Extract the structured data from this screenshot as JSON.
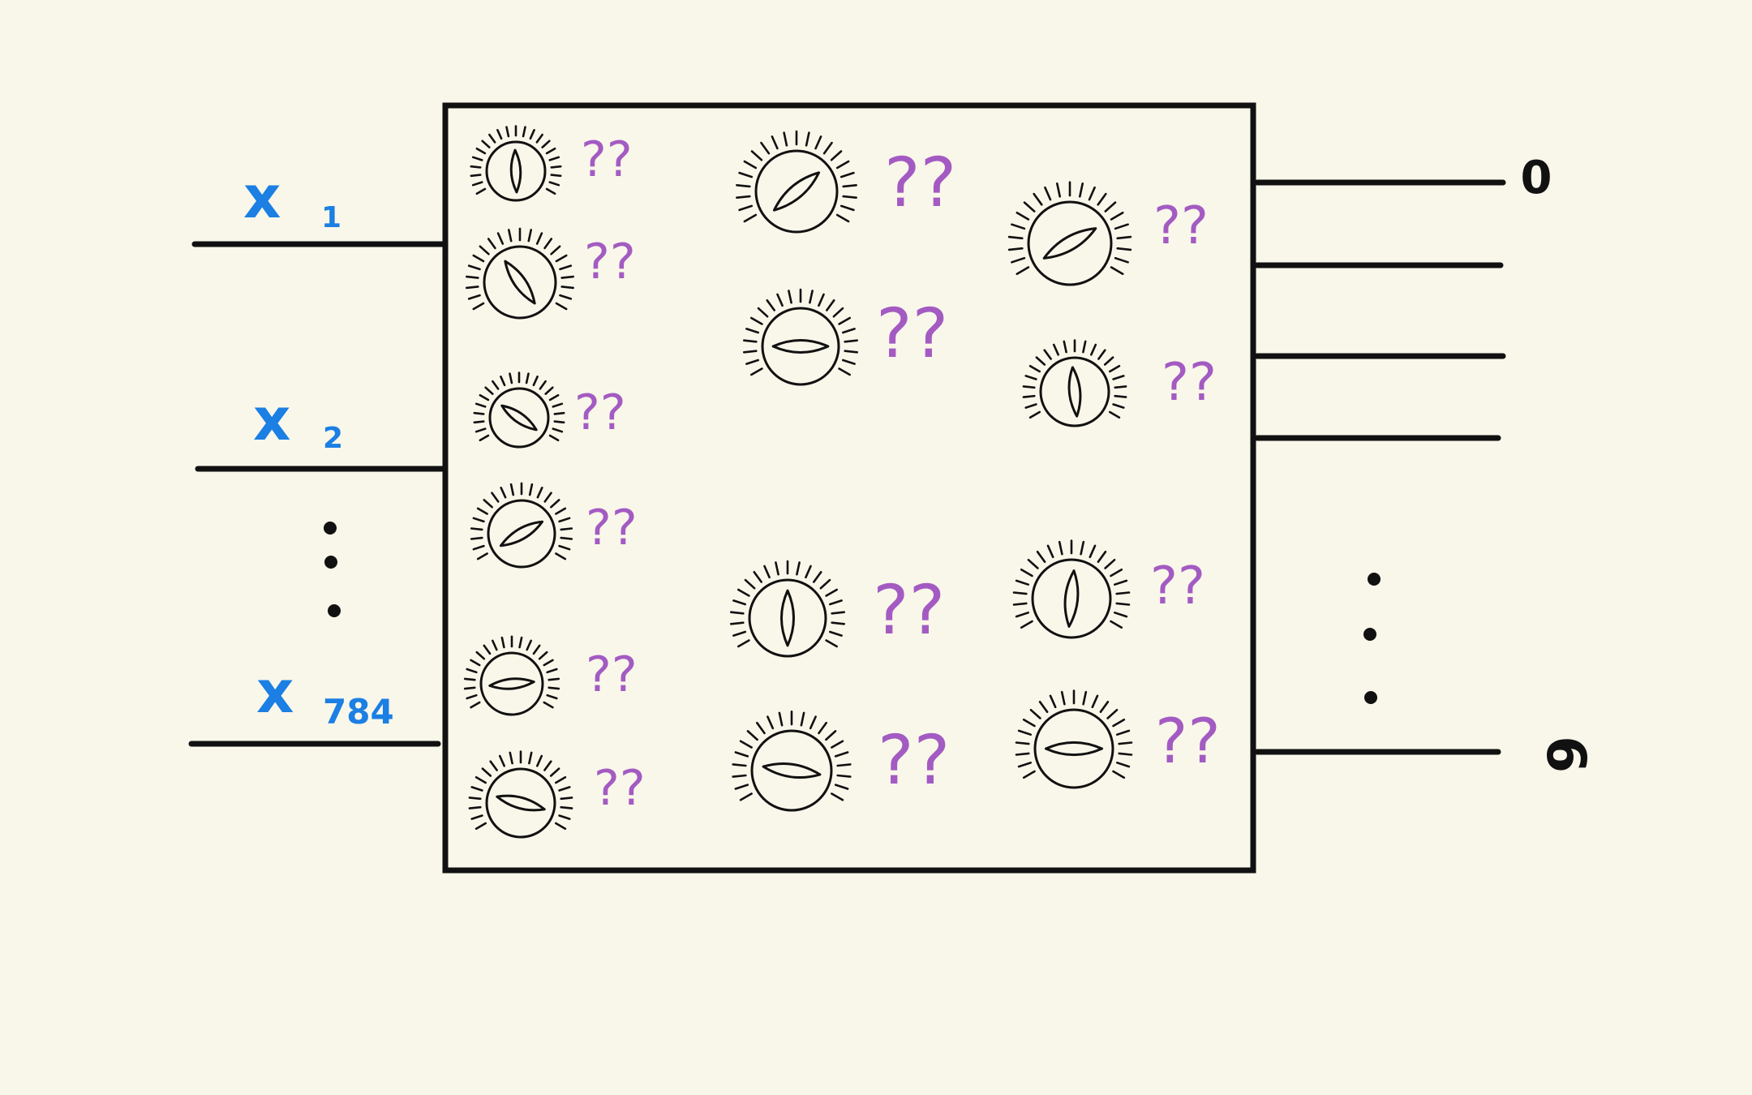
{
  "colors": {
    "background": "#f9f7ea",
    "ink": "#111111",
    "input_label": "#1b7fe3",
    "question_mark": "#a35bc2"
  },
  "inputs": [
    {
      "symbol": "x",
      "subscript": "1"
    },
    {
      "symbol": "x",
      "subscript": "2"
    },
    {
      "symbol": "x",
      "subscript": "784"
    }
  ],
  "outputs": {
    "first_label": "0",
    "last_label": "9"
  },
  "knob_label": "??",
  "knobs": [
    {
      "column": 1,
      "angle_deg": 88
    },
    {
      "column": 1,
      "angle_deg": 55
    },
    {
      "column": 1,
      "angle_deg": 35
    },
    {
      "column": 1,
      "angle_deg": -30
    },
    {
      "column": 1,
      "angle_deg": -5
    },
    {
      "column": 1,
      "angle_deg": 15
    },
    {
      "column": 2,
      "angle_deg": -40
    },
    {
      "column": 2,
      "angle_deg": 0
    },
    {
      "column": 2,
      "angle_deg": 90
    },
    {
      "column": 2,
      "angle_deg": 8
    },
    {
      "column": 3,
      "angle_deg": -30
    },
    {
      "column": 3,
      "angle_deg": 85
    },
    {
      "column": 3,
      "angle_deg": 95
    },
    {
      "column": 3,
      "angle_deg": 0
    }
  ]
}
